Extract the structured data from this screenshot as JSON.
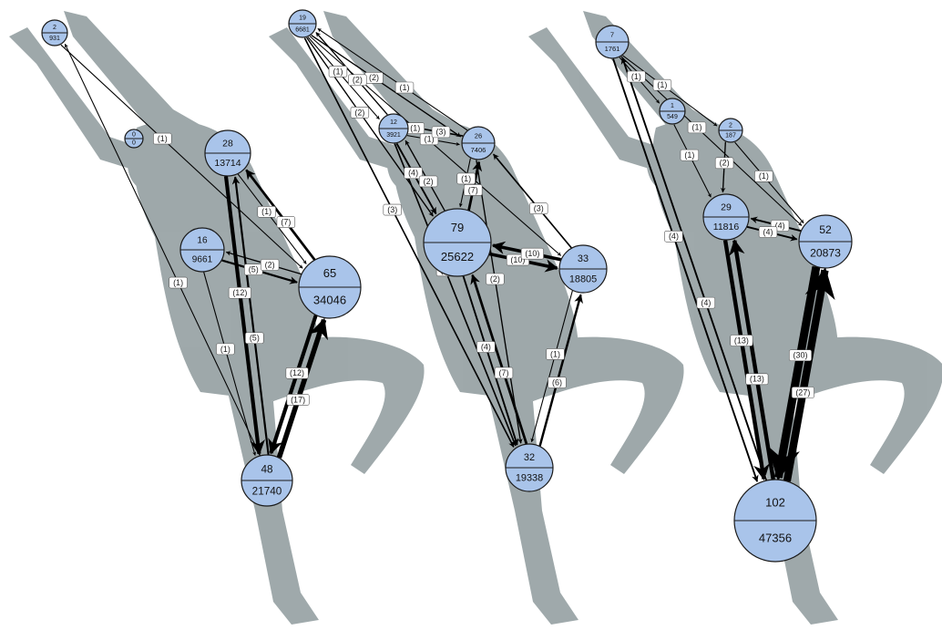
{
  "colors": {
    "node_fill": "#a9c4ea",
    "node_stroke": "#1a1a1a",
    "edge": "#000000",
    "silhouette": "#8e9a9c",
    "background": "#ffffff"
  },
  "panels": [
    {
      "nodes": [
        {
          "id": "p1n2",
          "count": "2",
          "value": "931"
        },
        {
          "id": "p1n0",
          "count": "0",
          "value": "0"
        },
        {
          "id": "p1n28",
          "count": "28",
          "value": "13714"
        },
        {
          "id": "p1n16",
          "count": "16",
          "value": "9661"
        },
        {
          "id": "p1n65",
          "count": "65",
          "value": "34046"
        },
        {
          "id": "p1n48",
          "count": "48",
          "value": "21740"
        }
      ],
      "edges": [
        {
          "from": "p1n48",
          "to": "p1n2",
          "label": "(1)",
          "weight": 1
        },
        {
          "from": "p1n2",
          "to": "p1n65",
          "label": "(1)",
          "weight": 1
        },
        {
          "from": "p1n28",
          "to": "p1n48",
          "label": "(12)",
          "weight": 12
        },
        {
          "from": "p1n48",
          "to": "p1n28",
          "label": "(2)",
          "weight": 2
        },
        {
          "from": "p1n65",
          "to": "p1n28",
          "label": "(7)",
          "weight": 7
        },
        {
          "from": "p1n28",
          "to": "p1n65",
          "label": "(1)",
          "weight": 1
        },
        {
          "from": "p1n16",
          "to": "p1n65",
          "label": "(5)",
          "weight": 5
        },
        {
          "from": "p1n65",
          "to": "p1n16",
          "label": "(2)",
          "weight": 2
        },
        {
          "from": "p1n16",
          "to": "p1n48",
          "label": "(1)",
          "weight": 1
        },
        {
          "from": "p1n48",
          "to": "p1n28",
          "label": "(5)",
          "weight": 5
        },
        {
          "from": "p1n65",
          "to": "p1n48",
          "label": "(12)",
          "weight": 12
        },
        {
          "from": "p1n48",
          "to": "p1n65",
          "label": "(17)",
          "weight": 17
        }
      ]
    },
    {
      "nodes": [
        {
          "id": "p2n19",
          "count": "19",
          "value": "6681"
        },
        {
          "id": "p2n12",
          "count": "12",
          "value": "3921"
        },
        {
          "id": "p2n26",
          "count": "26",
          "value": "7406"
        },
        {
          "id": "p2n79",
          "count": "79",
          "value": "25622"
        },
        {
          "id": "p2n33",
          "count": "33",
          "value": "18805"
        },
        {
          "id": "p2n32",
          "count": "32",
          "value": "19338"
        }
      ],
      "edges": [
        {
          "from": "p2n19",
          "to": "p2n26",
          "label": "(2)",
          "weight": 2
        },
        {
          "from": "p2n26",
          "to": "p2n19",
          "label": "(1)",
          "weight": 1
        },
        {
          "from": "p2n19",
          "to": "p2n12",
          "label": "(1)",
          "weight": 1
        },
        {
          "from": "p2n12",
          "to": "p2n19",
          "label": "(2)",
          "weight": 2
        },
        {
          "from": "p2n19",
          "to": "p2n79",
          "label": "(2)",
          "weight": 2
        },
        {
          "from": "p2n19",
          "to": "p2n32",
          "label": "(3)",
          "weight": 3
        },
        {
          "from": "p2n19",
          "to": "p2n33",
          "label": "(1)",
          "weight": 1
        },
        {
          "from": "p2n12",
          "to": "p2n26",
          "label": "(1)",
          "weight": 1
        },
        {
          "from": "p2n26",
          "to": "p2n12",
          "label": "(3)",
          "weight": 3
        },
        {
          "from": "p2n12",
          "to": "p2n79",
          "label": "(4)",
          "weight": 4
        },
        {
          "from": "p2n79",
          "to": "p2n12",
          "label": "(2)",
          "weight": 2
        },
        {
          "from": "p2n26",
          "to": "p2n79",
          "label": "(1)",
          "weight": 1
        },
        {
          "from": "p2n79",
          "to": "p2n26",
          "label": "(7)",
          "weight": 7
        },
        {
          "from": "p2n79",
          "to": "p2n33",
          "label": "(10)",
          "weight": 10
        },
        {
          "from": "p2n33",
          "to": "p2n79",
          "label": "(10)",
          "weight": 10
        },
        {
          "from": "p2n33",
          "to": "p2n26",
          "label": "(3)",
          "weight": 3
        },
        {
          "from": "p2n79",
          "to": "p2n32",
          "label": "(4)",
          "weight": 4
        },
        {
          "from": "p2n32",
          "to": "p2n79",
          "label": "(7)",
          "weight": 7
        },
        {
          "from": "p2n32",
          "to": "p2n33",
          "label": "(6)",
          "weight": 6
        },
        {
          "from": "p2n33",
          "to": "p2n32",
          "label": "(1)",
          "weight": 1
        },
        {
          "from": "p2n12",
          "to": "p2n32",
          "label": "(3)",
          "weight": 3
        },
        {
          "from": "p2n26",
          "to": "p2n32",
          "label": "(2)",
          "weight": 2
        }
      ]
    },
    {
      "nodes": [
        {
          "id": "p3n7",
          "count": "7",
          "value": "1761"
        },
        {
          "id": "p3n1",
          "count": "1",
          "value": "549"
        },
        {
          "id": "p3n2",
          "count": "2",
          "value": "187"
        },
        {
          "id": "p3n29",
          "count": "29",
          "value": "11816"
        },
        {
          "id": "p3n52",
          "count": "52",
          "value": "20873"
        },
        {
          "id": "p3n102",
          "count": "102",
          "value": "47356"
        }
      ],
      "edges": [
        {
          "from": "p3n7",
          "to": "p3n1",
          "label": "(1)",
          "weight": 1
        },
        {
          "from": "p3n7",
          "to": "p3n2",
          "label": "(1)",
          "weight": 1
        },
        {
          "from": "p3n7",
          "to": "p3n52",
          "label": "(1)",
          "weight": 1
        },
        {
          "from": "p3n1",
          "to": "p3n29",
          "label": "(1)",
          "weight": 1
        },
        {
          "from": "p3n2",
          "to": "p3n29",
          "label": "(2)",
          "weight": 2
        },
        {
          "from": "p3n2",
          "to": "p3n52",
          "label": "(1)",
          "weight": 1
        },
        {
          "from": "p3n7",
          "to": "p3n102",
          "label": "(4)",
          "weight": 4
        },
        {
          "from": "p3n102",
          "to": "p3n7",
          "label": "(4)",
          "weight": 4
        },
        {
          "from": "p3n52",
          "to": "p3n29",
          "label": "(4)",
          "weight": 4
        },
        {
          "from": "p3n29",
          "to": "p3n52",
          "label": "(4)",
          "weight": 4
        },
        {
          "from": "p3n29",
          "to": "p3n102",
          "label": "(13)",
          "weight": 13
        },
        {
          "from": "p3n102",
          "to": "p3n29",
          "label": "(13)",
          "weight": 13
        },
        {
          "from": "p3n52",
          "to": "p3n102",
          "label": "(30)",
          "weight": 30
        },
        {
          "from": "p3n102",
          "to": "p3n52",
          "label": "(27)",
          "weight": 27
        }
      ]
    }
  ]
}
